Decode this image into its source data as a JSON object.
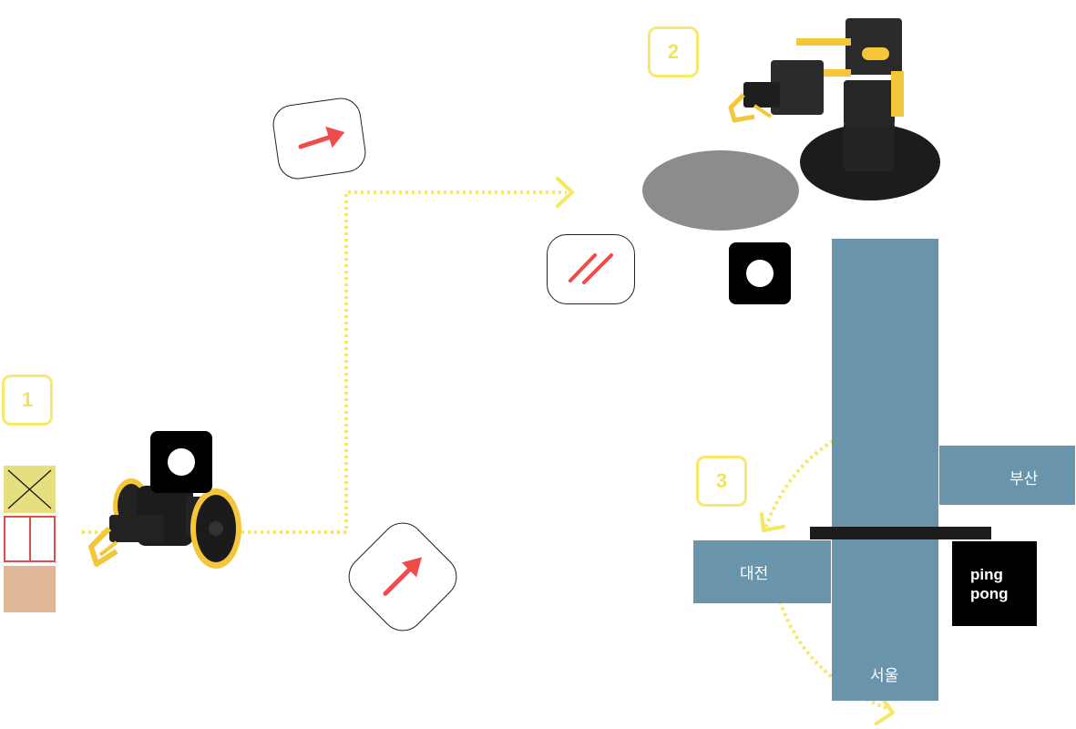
{
  "steps": {
    "one": "1",
    "two": "2",
    "three": "3"
  },
  "map": {
    "labels": {
      "daejeon": "대전",
      "busan": "부산",
      "seoul": "서울"
    },
    "sign": "ping\npong"
  },
  "colors": {
    "path_yellow": "#f6e760",
    "road_blue": "#6a94ab",
    "arrow_red": "#ee4b4b",
    "tile_yellow": "#e6df80",
    "tile_tan": "#deb896",
    "plate_grey": "#8c8c8c",
    "robot_yellow": "#f4c63a"
  },
  "icons": {
    "card_arrow_right": "arrow-right-icon",
    "card_arrow_diagonal": "arrow-up-right-icon",
    "card_double_slash": "double-slash-icon",
    "marker": "fiducial-marker-icon",
    "tile_cross": "cross-tile-icon",
    "tile_split": "split-tile-icon"
  }
}
